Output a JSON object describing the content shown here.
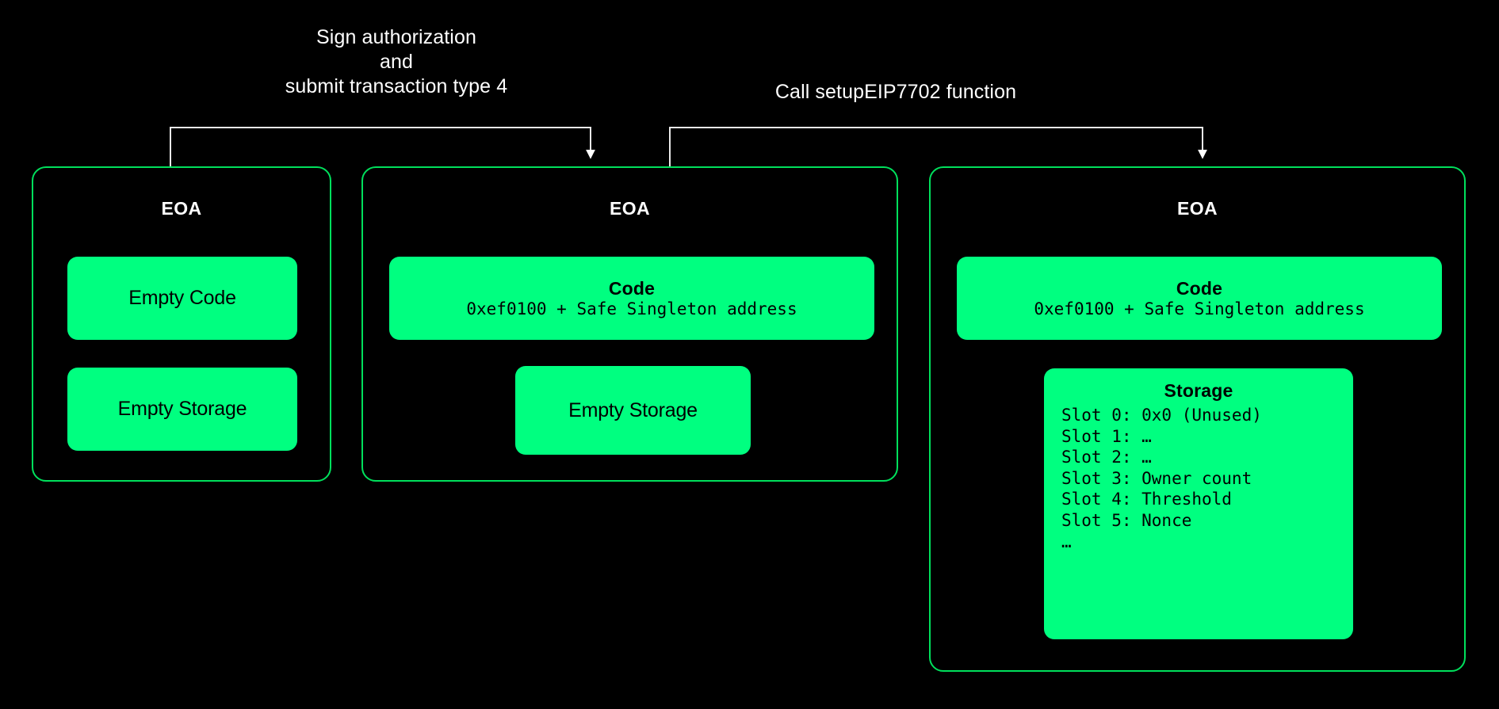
{
  "canvas": {
    "background": "#000000",
    "accent_green": "#00FF80",
    "border_green": "#00e05c",
    "text_white": "#ffffff"
  },
  "connectors": [
    {
      "name": "authorization-connector",
      "label": "Sign authorization\nand\nsubmit transaction type 4",
      "from": "eoa-card-1",
      "to": "eoa-card-2"
    },
    {
      "name": "setup-connector",
      "label": "Call setupEIP7702 function",
      "from": "eoa-card-2",
      "to": "eoa-card-3"
    }
  ],
  "cards": [
    {
      "id": "eoa-card-1",
      "title": "EOA",
      "blocks": [
        {
          "id": "empty-code",
          "text": "Empty Code"
        },
        {
          "id": "empty-storage",
          "text": "Empty Storage"
        }
      ]
    },
    {
      "id": "eoa-card-2",
      "title": "EOA",
      "blocks": [
        {
          "id": "code",
          "title": "Code",
          "mono": "0xef0100 + Safe Singleton address"
        },
        {
          "id": "empty-storage",
          "text": "Empty Storage"
        }
      ]
    },
    {
      "id": "eoa-card-3",
      "title": "EOA",
      "blocks": [
        {
          "id": "code",
          "title": "Code",
          "mono": "0xef0100 + Safe Singleton address"
        },
        {
          "id": "storage",
          "title": "Storage",
          "lines": [
            "Slot 0: 0x0 (Unused)",
            "Slot 1: …",
            "Slot 2: …",
            "Slot 3: Owner count",
            "Slot 4: Threshold",
            "Slot 5: Nonce",
            "…"
          ]
        }
      ]
    }
  ]
}
